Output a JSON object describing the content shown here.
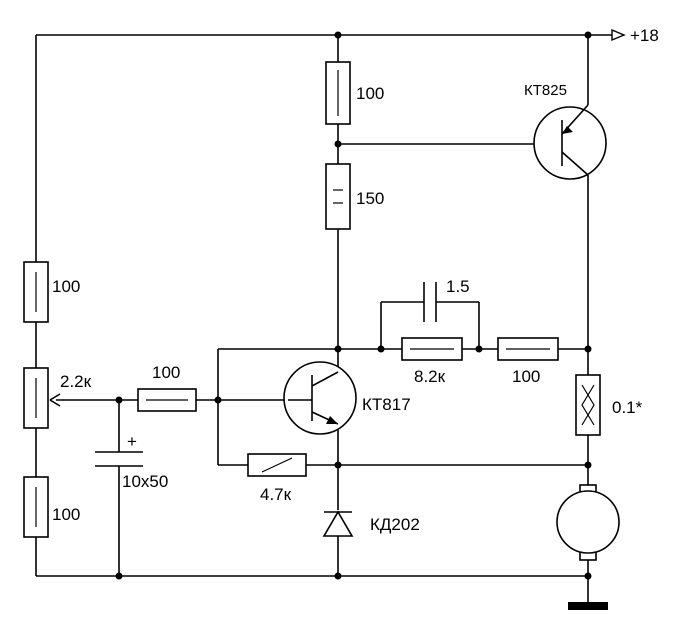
{
  "supply": {
    "label": "+18"
  },
  "labels": {
    "r_top": "100",
    "r_mid": "150",
    "transistor_pnp": "КТ825",
    "transistor_npn": "КТ817",
    "r_divider_top": "100",
    "pot": "2.2к",
    "r_divider_bottom": "100",
    "r_base": "100",
    "cap_input": "10х50",
    "cap_input_polarity": "+",
    "cap_feedback": "1.5",
    "r_feedback": "8.2к",
    "r_series": "100",
    "r_sense": "0.1*",
    "r_emitter": "4.7к",
    "diode": "КД202"
  }
}
